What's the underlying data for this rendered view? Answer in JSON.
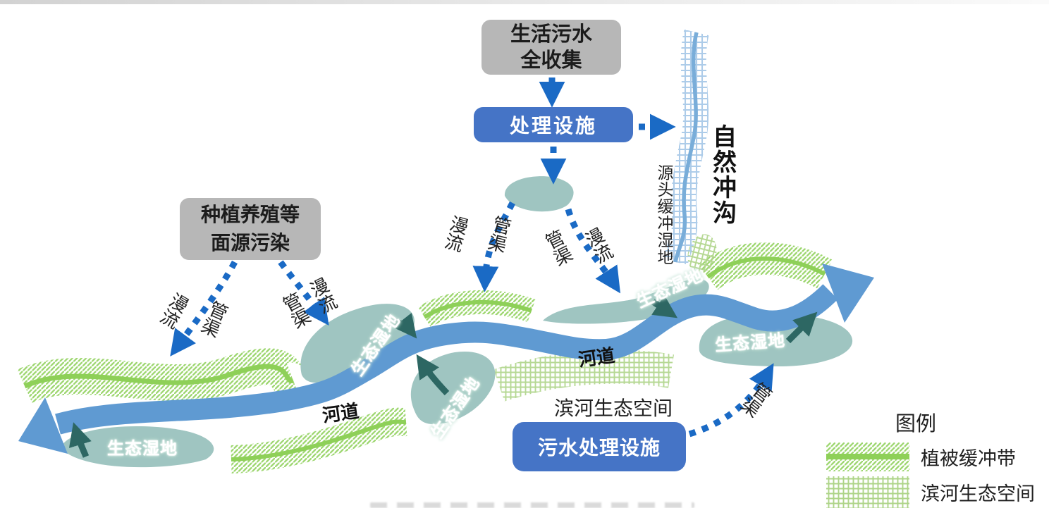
{
  "page": {
    "background": "#ffffff"
  },
  "colors": {
    "river_blue": "#5f9ad2",
    "wetland_teal": "#9fc5c1",
    "dark_wetland_arrow": "#2d6763",
    "flow_arrow_blue": "#1a6ac5",
    "gray_box_bg": "#b7b7b7",
    "blue_box_bg": "#4574c6",
    "vegetation_green": "#7cc83e",
    "vegetation_line_green": "#8ed058",
    "eco_space_green": "#aed488",
    "gully_blue": "#a9c9e8"
  },
  "boxes": {
    "domestic_sewage": "生活污水\n全收集",
    "treatment_facility": "处理设施",
    "nonpoint_pollution": "种植养殖等\n面源污染",
    "sewage_treatment_plant": "污水处理设施"
  },
  "labels": {
    "natural_gully": "自然冲沟",
    "source_buffer_wetland": "源头缓冲湿地",
    "eco_wetland": "生态湿地",
    "river_channel": "河道",
    "riverside_eco_space": "滨河生态空间",
    "overflow": "漫流",
    "pipe_channel": "管渠"
  },
  "legend": {
    "title": "图例",
    "items": [
      {
        "label": "植被缓冲带"
      },
      {
        "label": "滨河生态空间"
      }
    ]
  }
}
